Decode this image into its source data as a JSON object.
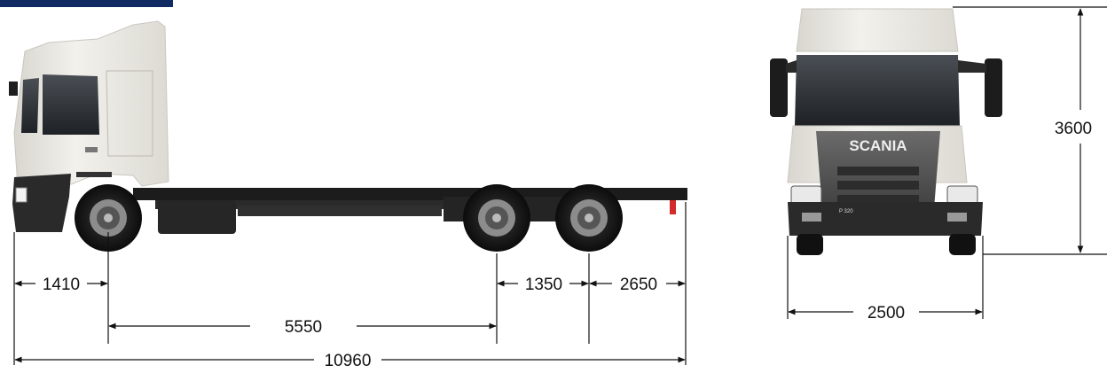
{
  "colors": {
    "brand_bar": "#102a63",
    "cab_white": "#eceae3",
    "chassis": "#1c1c1c",
    "dimension_line": "#111111"
  },
  "side_view": {
    "front_overhang": "1410",
    "wheelbase": "5550",
    "bogie_spacing": "1350",
    "rear_overhang": "2650",
    "overall_length": "10960"
  },
  "front_view": {
    "brand": "SCANIA",
    "model_badge": "P 320",
    "height": "3600",
    "width": "2500"
  }
}
